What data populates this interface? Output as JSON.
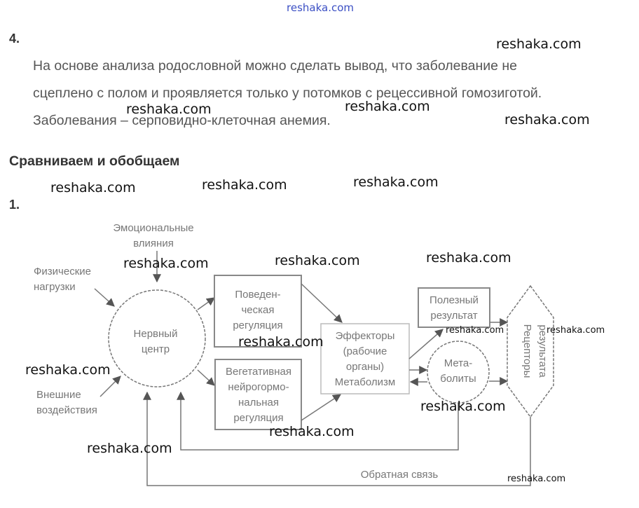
{
  "header": {
    "site_link": "reshaka.com"
  },
  "task4": {
    "number": "4.",
    "lines": [
      "На основе анализа родословной можно сделать вывод, что заболевание не",
      "сцеплено с полом и проявляется только у потомков с рецессивной гомозиготой.",
      "Заболевания – серповидно-клеточная анемия."
    ]
  },
  "section": {
    "heading": "Сравниваем и обобщаем",
    "number": "1."
  },
  "diagram": {
    "emotional": [
      "Эмоциональные",
      "влияния"
    ],
    "physical": [
      "Физические",
      "нагрузки"
    ],
    "external": [
      "Внешние",
      "воздействия"
    ],
    "nerve_center": [
      "Нервный",
      "центр"
    ],
    "behavioral": [
      "Поведен-",
      "ческая",
      "регуляция"
    ],
    "vegetative": [
      "Вегетативная",
      "нейрогормо-",
      "нальная",
      "регуляция"
    ],
    "effectors": [
      "Эффекторы",
      "(рабочие",
      "органы)",
      "Метаболизм"
    ],
    "useful_result": [
      "Полезный",
      "результат"
    ],
    "metabolites": [
      "Мета-",
      "болиты"
    ],
    "receptors": [
      "Рецепторы",
      "результата"
    ],
    "feedback": "Обратная связь"
  },
  "watermark": "reshaka.com"
}
